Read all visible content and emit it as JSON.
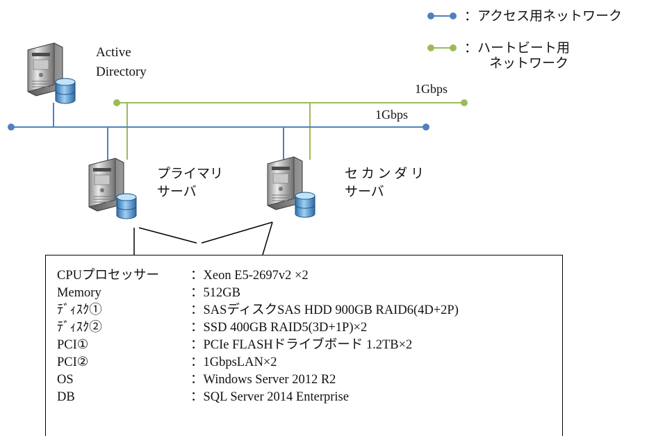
{
  "legend": {
    "access_label": "：アクセス用ネットワーク",
    "access_color": "#4f81bd",
    "heartbeat_label_line1": "：ハートビート用",
    "heartbeat_label_line2": "ネットワーク",
    "heartbeat_color": "#9bbb59"
  },
  "nodes": {
    "ad_line1": "Active",
    "ad_line2": "Directory",
    "primary_line1": "プライマリ",
    "primary_line2": "サーバ",
    "secondary_line1": "セ カ ン ダ リ",
    "secondary_line2": "サーバ"
  },
  "links": {
    "heartbeat_speed": "1Gbps",
    "access_speed": "1Gbps"
  },
  "spec_table": [
    {
      "label": "CPUプロセッサー",
      "value": "：Xeon E5-2697v2 ×2"
    },
    {
      "label": "Memory",
      "value": "：512GB"
    },
    {
      "label": "ﾃﾞｨｽｸ①",
      "value": "：SASディスクSAS HDD 900GB RAID6(4D+2P)"
    },
    {
      "label": "ﾃﾞｨｽｸ②",
      "value": "：SSD 400GB RAID5(3D+1P)×2"
    },
    {
      "label": "PCI①",
      "value": "：PCIe FLASHドライブボード 1.2TB×2"
    },
    {
      "label": "PCI②",
      "value": "：1GbpsLAN×2"
    },
    {
      "label": "OS",
      "value": "：Windows Server 2012 R2"
    },
    {
      "label": "DB",
      "value": "：SQL Server 2014 Enterprise"
    }
  ]
}
